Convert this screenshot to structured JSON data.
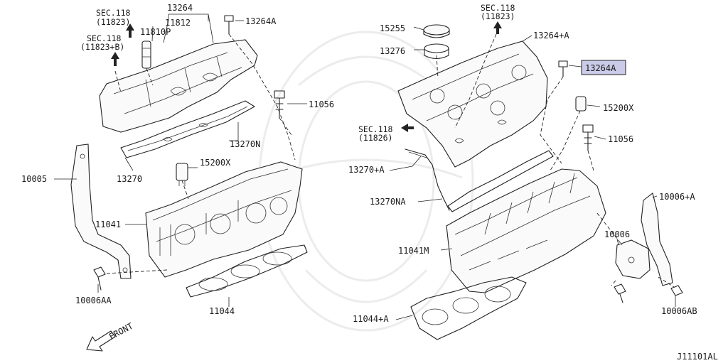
{
  "diagram_code": "J11101AL",
  "front_label": "FRONT",
  "highlight_color": "#c9cbe8",
  "labels": {
    "l13264": "13264",
    "l11812": "11812",
    "sec118a": "SEC.118",
    "sec118a_sub": "(11823)",
    "l11810p": "11810P",
    "sec118b": "SEC.118",
    "sec118b_sub": "(11823+B)",
    "l13264a_left": "13264A",
    "l11056_left": "11056",
    "l13270n": "13270N",
    "l13270": "13270",
    "l15200x_left": "15200X",
    "l10005": "10005",
    "l11041": "11041",
    "l10006aa": "10006AA",
    "l11044": "11044",
    "l15255": "15255",
    "l13276": "13276",
    "sec118c": "SEC.118",
    "sec118c_sub": "(11823)",
    "l13264pa": "13264+A",
    "l13264a_right": "13264A",
    "l15200x_right": "15200X",
    "sec118d": "SEC.118",
    "sec118d_sub": "(11826)",
    "l11056_right": "11056",
    "l13270pa": "13270+A",
    "l13270na": "13270NA",
    "l10006pa": "10006+A",
    "l10006": "10006",
    "l11041m": "11041M",
    "l10006ab": "10006AB",
    "l11044pa": "11044+A"
  }
}
